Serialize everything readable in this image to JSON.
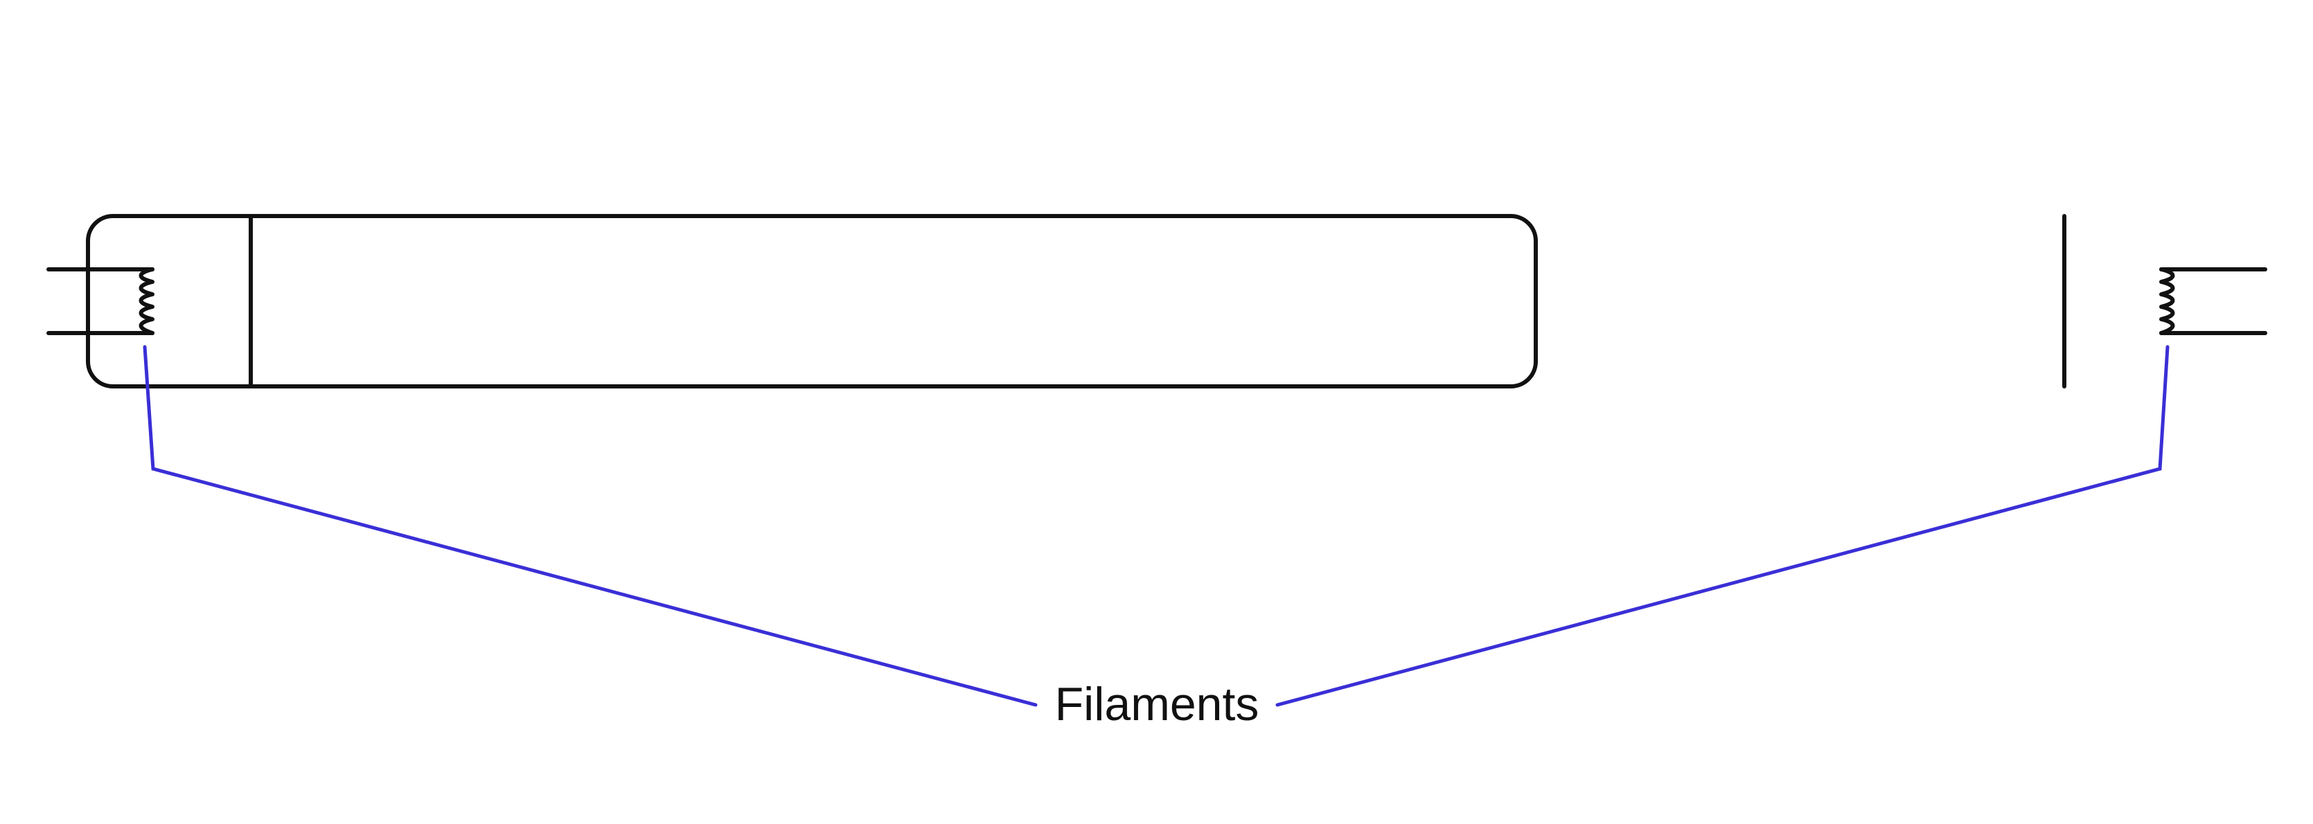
{
  "diagram": {
    "label": "Filaments",
    "colors": {
      "outline": "#111111",
      "callout": "#3a2fd6",
      "background": "#ffffff"
    },
    "parts": [
      "fluorescent-tube",
      "left-filament",
      "right-filament"
    ]
  }
}
